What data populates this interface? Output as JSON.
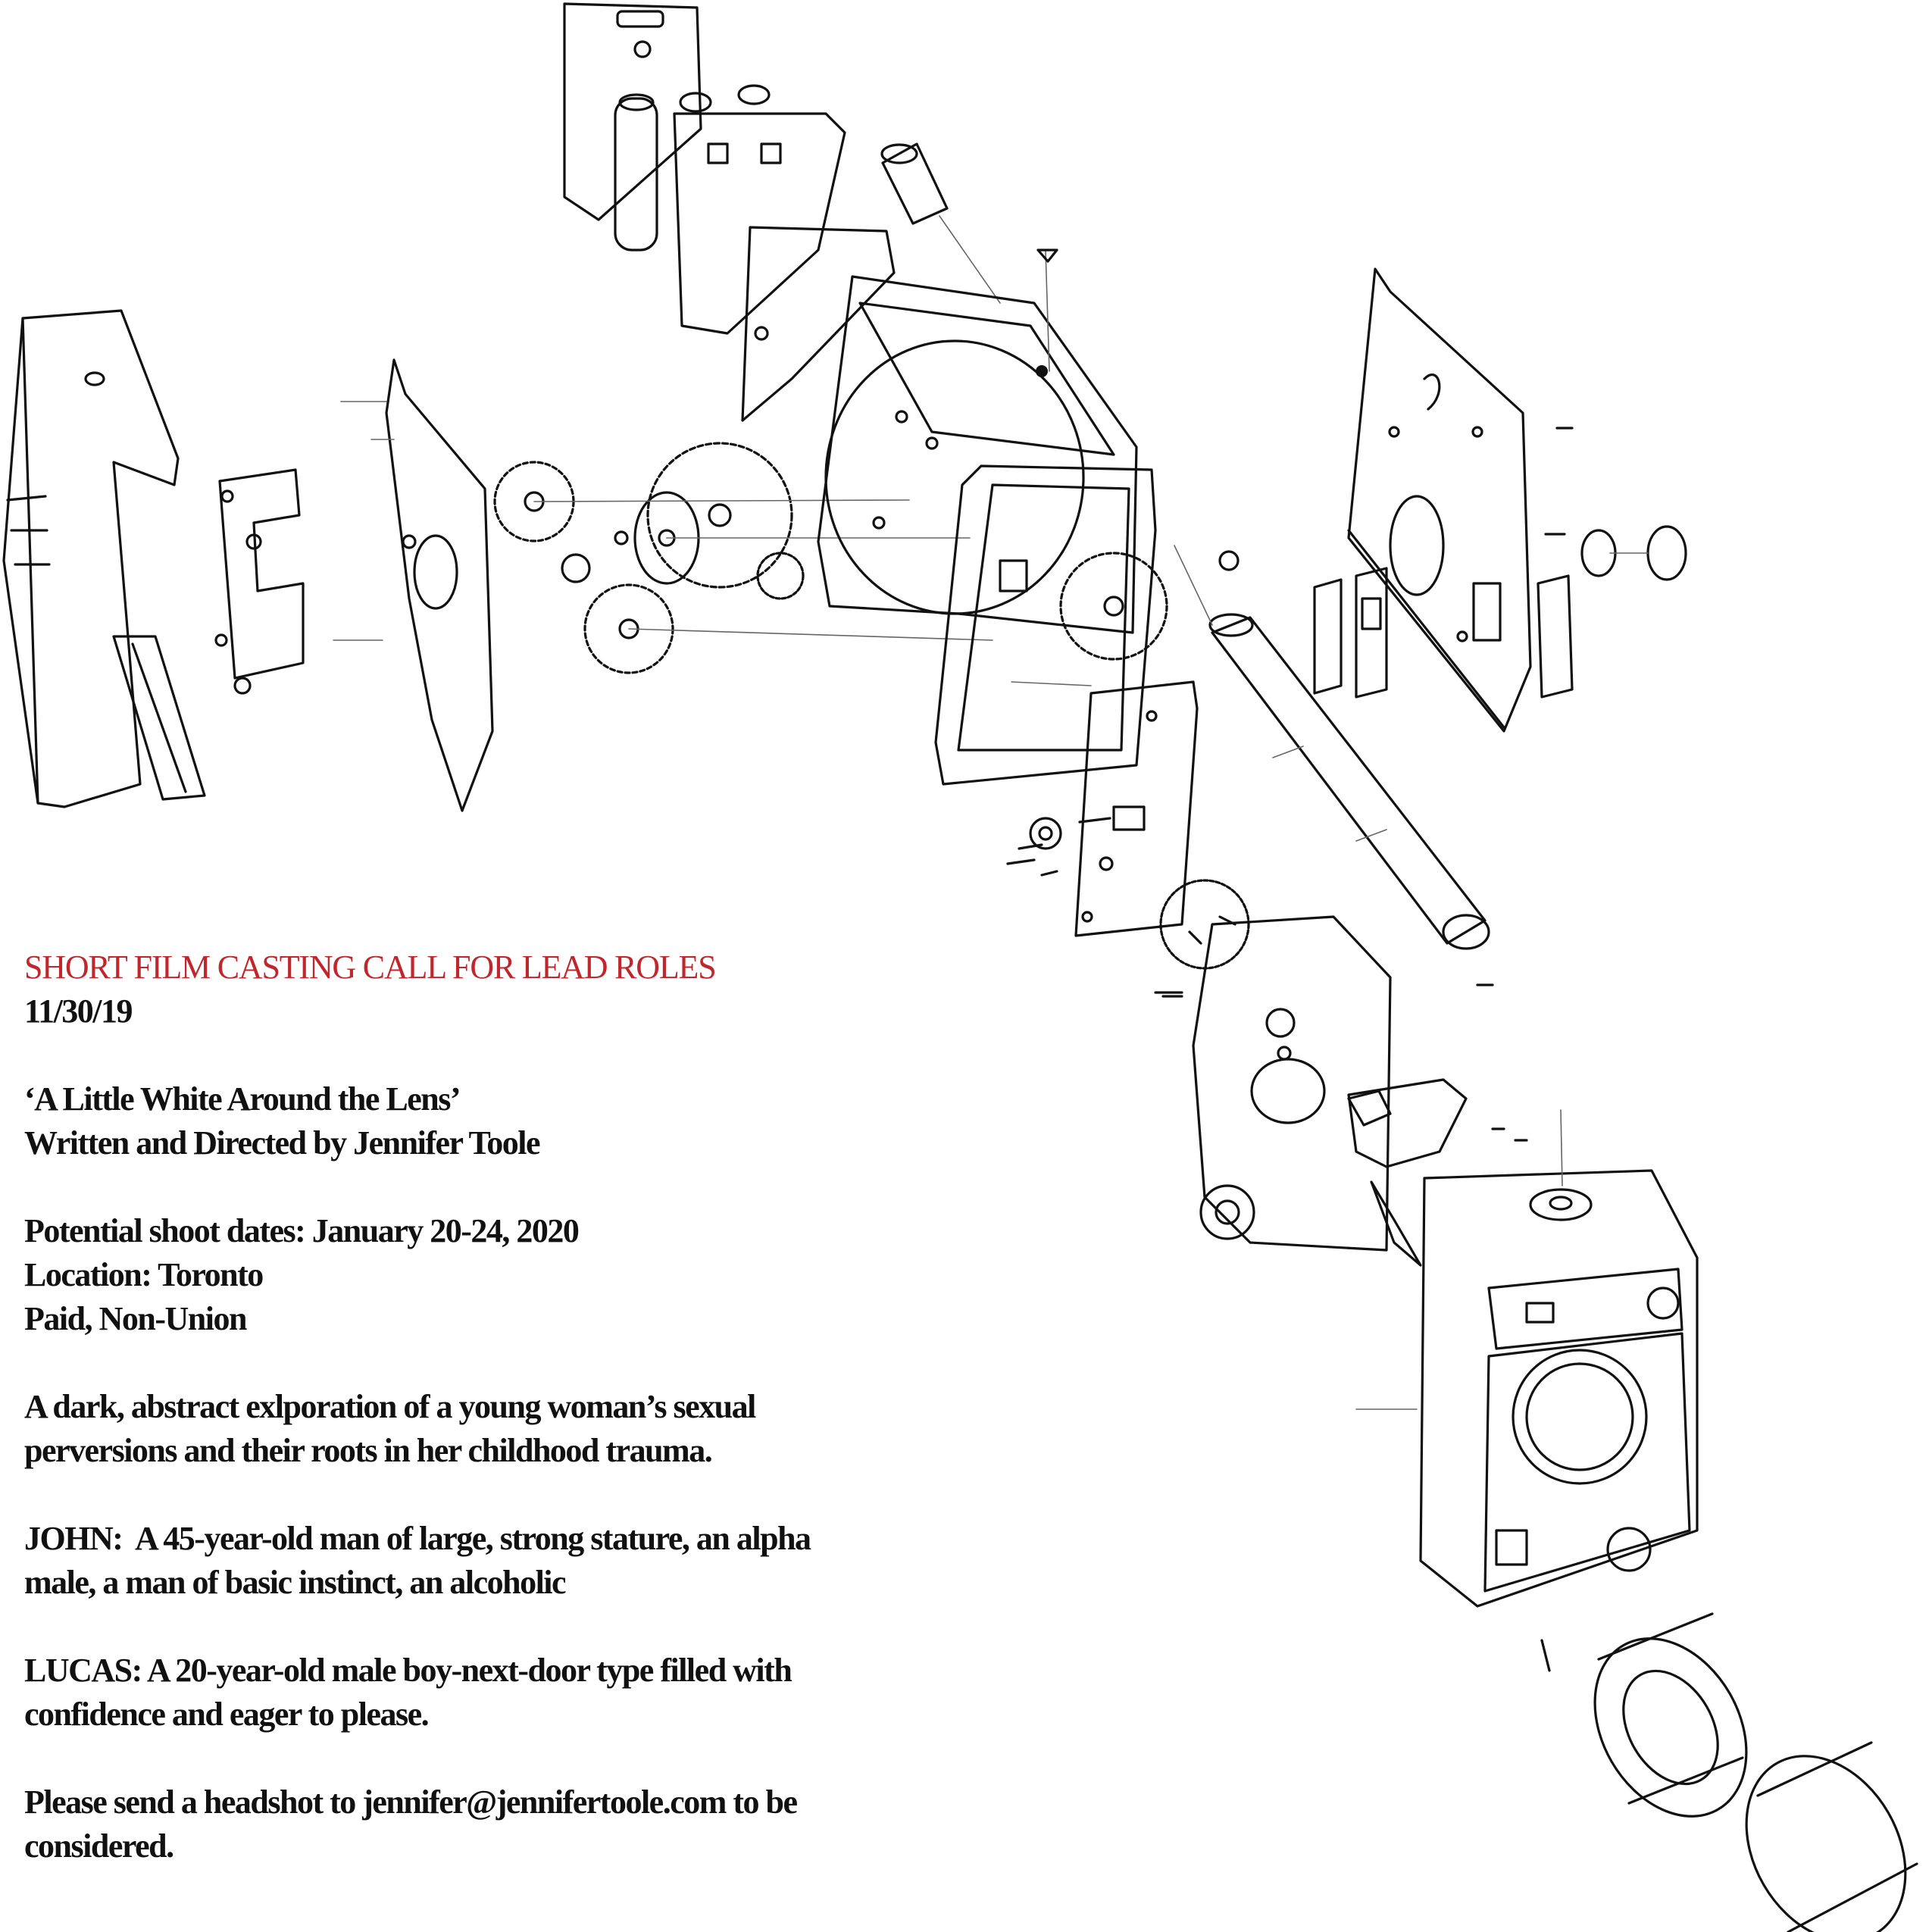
{
  "casting": {
    "headline": "SHORT FILM CASTING CALL FOR LEAD ROLES",
    "date": "11/30/19",
    "title": "‘A Little White Around the Lens’",
    "credit": "Written and Directed by Jennifer Toole",
    "shoot_dates": "Potential shoot dates: January 20-24, 2020",
    "location": "Location: Toronto",
    "pay": "Paid, Non-Union",
    "synopsis_line1": "A dark, abstract exlporation of a young woman’s sexual",
    "synopsis_line2": "perversions and their roots in her childhood trauma.",
    "role_john_line1": "JOHN:  A 45-year-old man of large, strong stature, an alpha",
    "role_john_line2": "male, a man of basic instinct, an alcoholic",
    "role_lucas_line1": "LUCAS: A 20-year-old male boy-next-door type filled with",
    "role_lucas_line2": "confidence and eager to please.",
    "contact_line1": "Please send a headshot to jennifer@jennifertoole.com to be",
    "contact_line2": "considered."
  },
  "colors": {
    "headline": "#c0272d",
    "body_text": "#111111",
    "background": "#ffffff"
  },
  "illustration": {
    "subject": "exploded-camera-diagram"
  }
}
